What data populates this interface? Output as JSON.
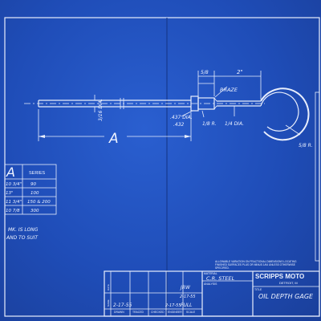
{
  "dimensions": {
    "top_left": "5/8",
    "top_right": "2\"",
    "braze": "BRAZE",
    "dia_shaft": "3/16 DIA.",
    "dia_collar_a": ".437 DIA.",
    "dia_collar_b": ".432",
    "radius_small": "1/8 R.",
    "dia_end": "1/4 DIA.",
    "radius_hook": "5/8 R.",
    "length_label": "A"
  },
  "series_table": {
    "col_a_header": "A",
    "col_series_header": "SERIES",
    "rows": [
      {
        "a": "10 3/4\"",
        "series": "90"
      },
      {
        "a": "13\"",
        "series": "100"
      },
      {
        "a": "11 3/4\"",
        "series": "150 & 200"
      },
      {
        "a": "10 7/8",
        "series": "300"
      }
    ]
  },
  "notes": {
    "line1": "MK. IS LONG",
    "line2": "AND TO SUIT"
  },
  "tolerance_note": {
    "line1": "ALLOWABLE VARIATION ON FRACTIONAL DIMENSIONS LOCATING",
    "line2": "FINISHED SURFACES PLUS OR MINUS 1/64 UNLESS OTHERWISE",
    "line3": "SPECIFIED."
  },
  "title_block": {
    "company": "SCRIPPS MOTO",
    "city": "DETROIT, M",
    "title_label": "TITLE",
    "title": "OIL DEPTH GAGE",
    "material_label": "MATERIAL",
    "material": "C.R. STEEL",
    "analysis_label": "ANALYSIS",
    "date1": "2-17-55",
    "date2": "2-17-55",
    "date3": "2-17-55",
    "initials": "JRW",
    "scale_value": "FULL",
    "col_labels": [
      "DRAWN",
      "TRACED",
      "CHECKED",
      "ENGINEER",
      "SCALE"
    ],
    "side_labels": [
      "DATE",
      "NAME"
    ]
  }
}
